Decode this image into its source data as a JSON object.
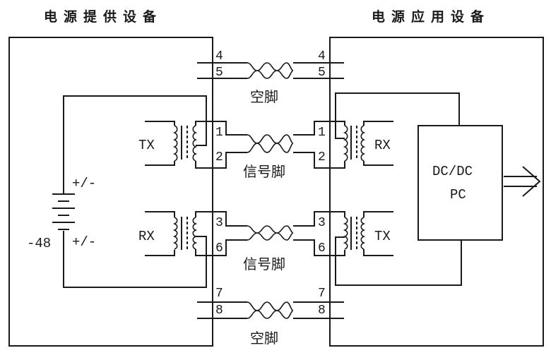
{
  "titles": {
    "left": "电源提供设备",
    "right": "电源应用设备"
  },
  "pairs": [
    {
      "pins": [
        "4",
        "5"
      ],
      "label": "空脚"
    },
    {
      "pins": [
        "1",
        "2"
      ],
      "label": "信号脚"
    },
    {
      "pins": [
        "3",
        "6"
      ],
      "label": "信号脚"
    },
    {
      "pins": [
        "7",
        "8"
      ],
      "label": "空脚"
    }
  ],
  "left_device": {
    "transformer_top": "TX",
    "transformer_bottom": "RX",
    "battery": {
      "voltage": "-48",
      "polarity_top": "+/-",
      "polarity_bottom": "+/-"
    }
  },
  "right_device": {
    "transformer_top": "RX",
    "transformer_bottom": "TX",
    "converter": {
      "line1": "DC/DC",
      "line2": "PC"
    },
    "output_arrow": "double-arrow-right-icon"
  }
}
